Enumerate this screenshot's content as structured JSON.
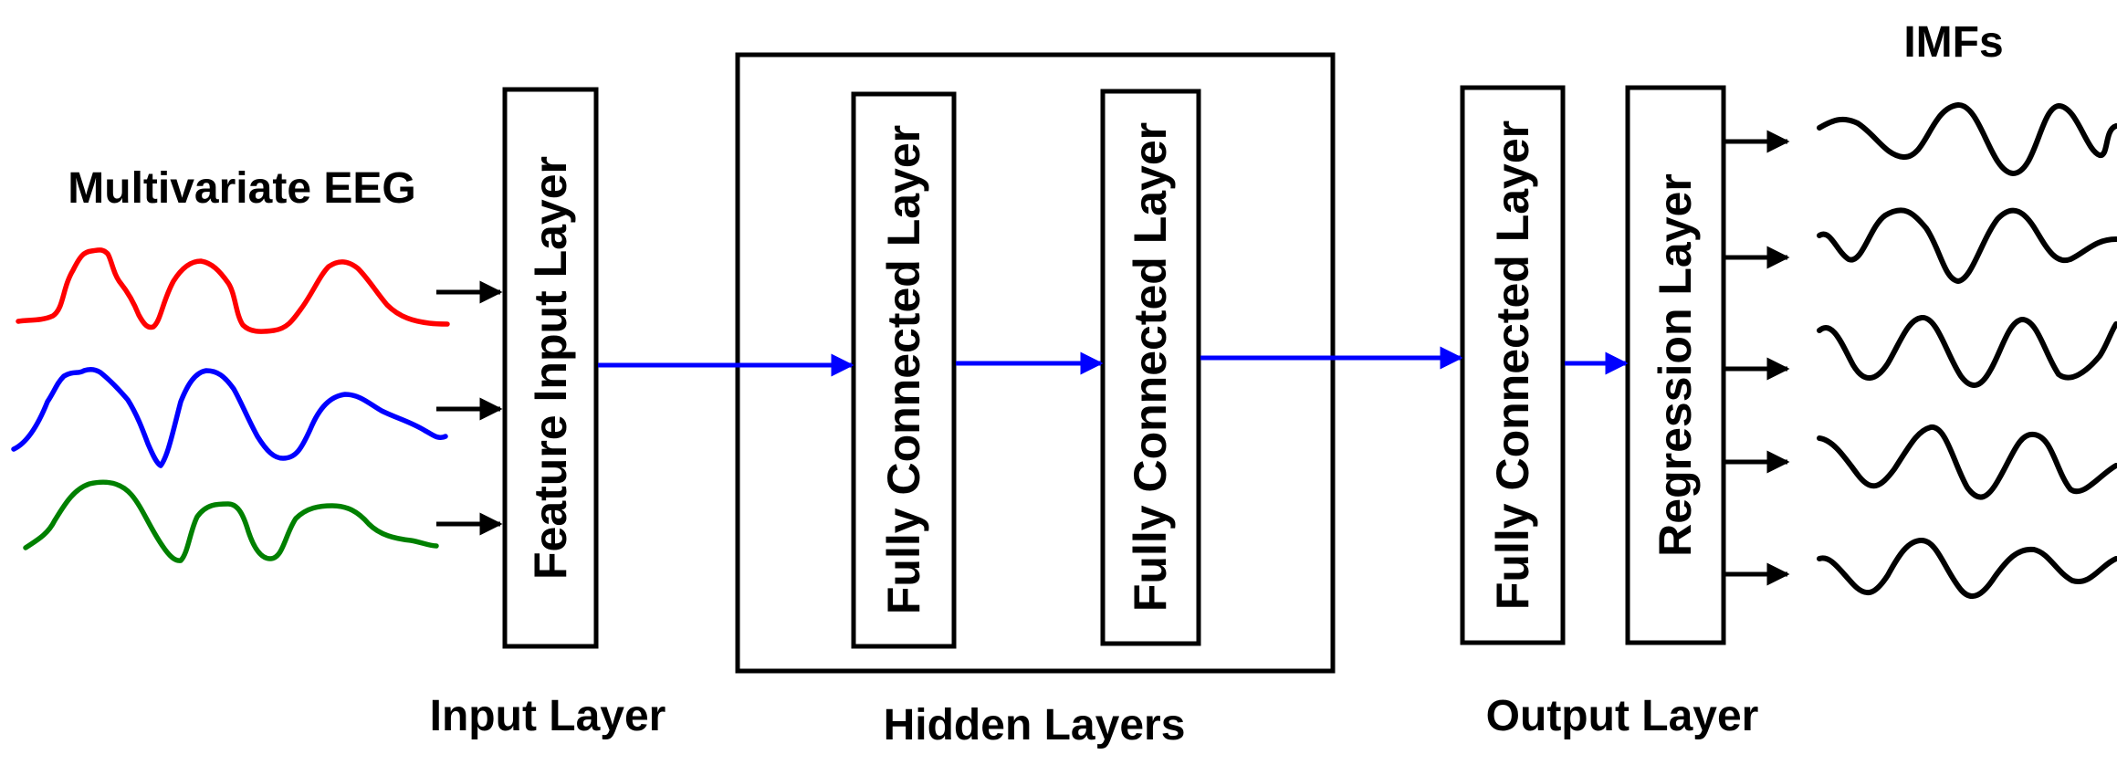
{
  "input_title": "Multivariate EEG",
  "output_title": "IMFs",
  "layers": {
    "feature_input": "Feature Input Layer",
    "hidden_fc_1": "Fully Connected Layer",
    "hidden_fc_2": "Fully Connected Layer",
    "output_fc": "Fully Connected Layer",
    "regression": "Regression Layer"
  },
  "sections": {
    "input": "Input Layer",
    "hidden": "Hidden Layers",
    "output": "Output Layer"
  },
  "colors": {
    "eeg_channel_1": "#ff0000",
    "eeg_channel_2": "#0000ff",
    "eeg_channel_3": "#008000",
    "flow_arrow": "#0000ff",
    "io_arrow": "#000000",
    "imf_wave": "#000000"
  }
}
